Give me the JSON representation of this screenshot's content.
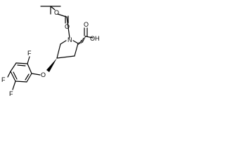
{
  "molecule": {
    "atoms": {
      "ring_n": "N",
      "boc_carbonyl_o": "O",
      "boc_ester_o": "O",
      "acid_carbonyl_o": "O",
      "acid_oh": "OH",
      "ether_o": "O",
      "f_top": "F",
      "f_bottom": "F",
      "f_side": "F"
    }
  },
  "colors": {
    "bond": "#000000",
    "label": "#000000",
    "background": "#ffffff"
  }
}
